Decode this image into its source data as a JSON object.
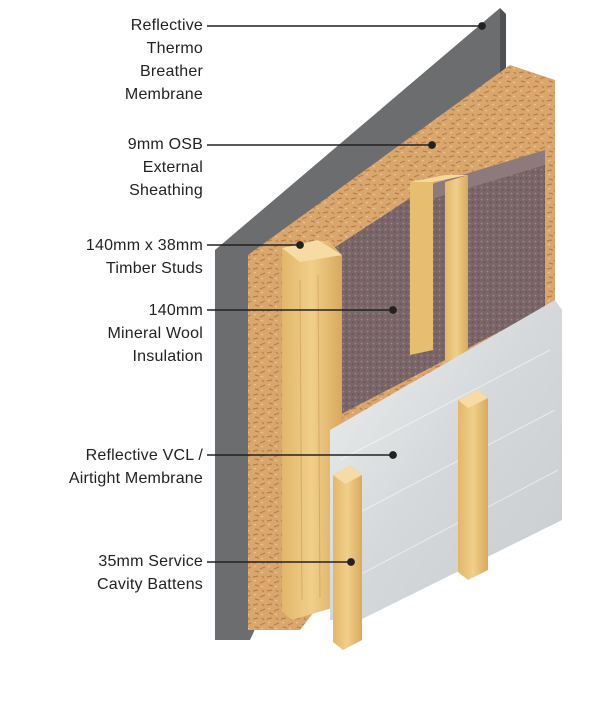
{
  "colors": {
    "membrane": "#6c6d6f",
    "osb": "#d9a66e",
    "timber": "#e9c47a",
    "insulation": "#7b6769",
    "vcl": "#d8dbdc",
    "leader": "#222222"
  },
  "labels": [
    {
      "id": "membrane",
      "lines": [
        "Reflective",
        "Thermo",
        "Breather",
        "Membrane"
      ]
    },
    {
      "id": "osb",
      "lines": [
        "9mm OSB",
        "External",
        "Sheathing"
      ]
    },
    {
      "id": "studs",
      "lines": [
        "140mm x 38mm",
        "Timber Studs"
      ]
    },
    {
      "id": "insulation",
      "lines": [
        "140mm",
        "Mineral Wool",
        "Insulation"
      ]
    },
    {
      "id": "vcl",
      "lines": [
        "Reflective  VCL  /",
        "Airtight Membrane"
      ]
    },
    {
      "id": "battens",
      "lines": [
        "35mm Service",
        "Cavity Battens"
      ]
    }
  ]
}
